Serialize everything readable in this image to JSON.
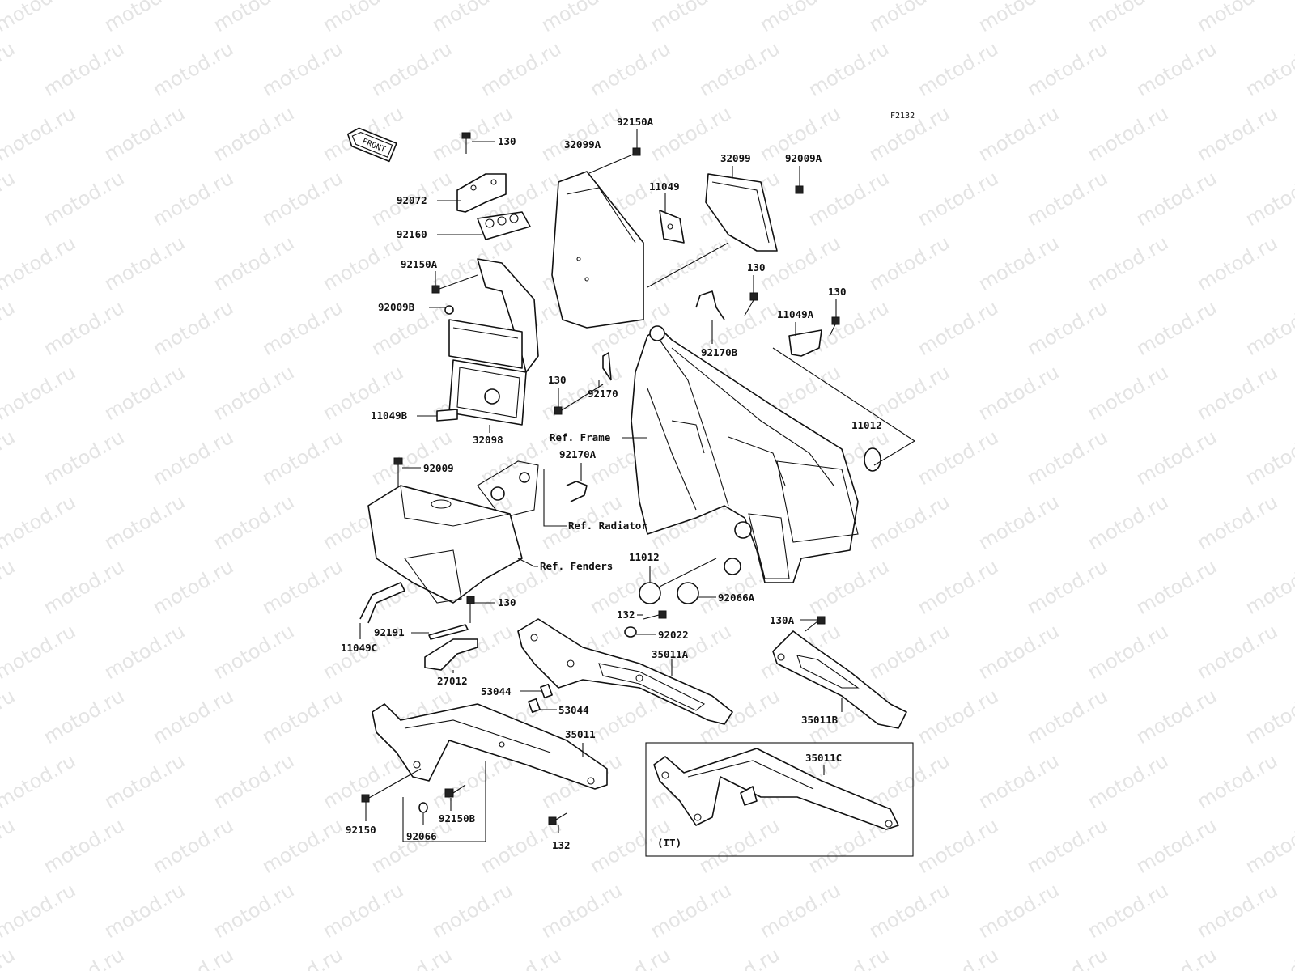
{
  "figure_code": "F2132",
  "front_arrow_label": "FRONT",
  "labels": {
    "p130_a": "130",
    "p92072": "92072",
    "p92160": "92160",
    "p92150A_a": "92150A",
    "p32099A": "32099A",
    "p11049": "11049",
    "p32099": "32099",
    "p92009A": "92009A",
    "p92150A_b": "92150A",
    "p92009B": "92009B",
    "p130_b": "130",
    "p130_c": "130",
    "p11049A": "11049A",
    "p92170B": "92170B",
    "p130_d": "130",
    "p92170": "92170",
    "p11049B": "11049B",
    "p32098": "32098",
    "ref_frame": "Ref. Frame",
    "p92170A": "92170A",
    "p11012_a": "11012",
    "p92009": "92009",
    "ref_radiator": "Ref. Radiator",
    "ref_fenders": "Ref. Fenders",
    "p11012_b": "11012",
    "p92066A": "92066A",
    "p130_e": "130",
    "p132_a": "132",
    "p130A": "130A",
    "p92191": "92191",
    "p92022": "92022",
    "p11049C": "11049C",
    "p35011A": "35011A",
    "p27012": "27012",
    "p53044_a": "53044",
    "p53044_b": "53044",
    "p35011B": "35011B",
    "p35011": "35011",
    "p35011C": "35011C",
    "p92150": "92150",
    "p92150B": "92150B",
    "p92066": "92066",
    "p132_b": "132",
    "variant_it": "(IT)"
  },
  "watermark_text": "motod.ru"
}
